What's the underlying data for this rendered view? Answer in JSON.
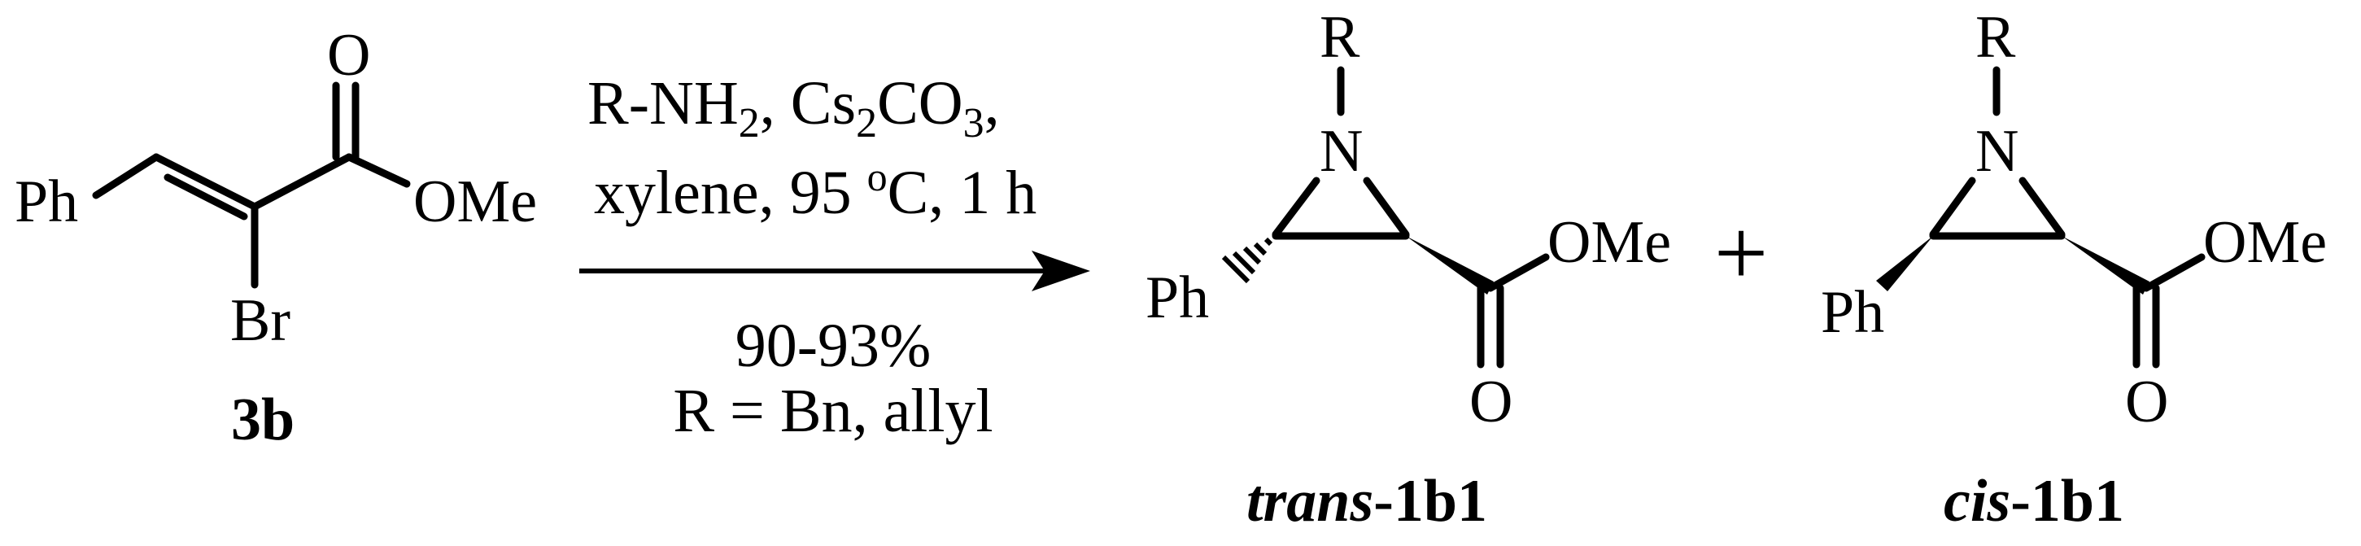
{
  "reactant": {
    "label": "3b",
    "atoms": {
      "ph": "Ph",
      "br": "Br",
      "o": "O",
      "ome": "OMe"
    }
  },
  "conditions": {
    "reagent_r": "R-NH",
    "reagent_r_sub": "2",
    "reagent_sep": ", Cs",
    "cs_sub": "2",
    "co": "CO",
    "co_sub": "3",
    "co_tail": ",",
    "solvent": "xylene, 95 ",
    "temp_sup": "o",
    "temp_tail": "C, 1 h",
    "yield": "90-93%",
    "r_def": "R = Bn, allyl"
  },
  "plus": "+",
  "product_trans": {
    "prefix": "trans",
    "suffix": "-1b1",
    "atoms": {
      "r": "R",
      "n": "N",
      "ph": "Ph",
      "ome": "OMe",
      "o": "O"
    }
  },
  "product_cis": {
    "prefix": "cis",
    "suffix": "-1b1",
    "atoms": {
      "r": "R",
      "n": "N",
      "ph": "Ph",
      "ome": "OMe",
      "o": "O"
    }
  }
}
